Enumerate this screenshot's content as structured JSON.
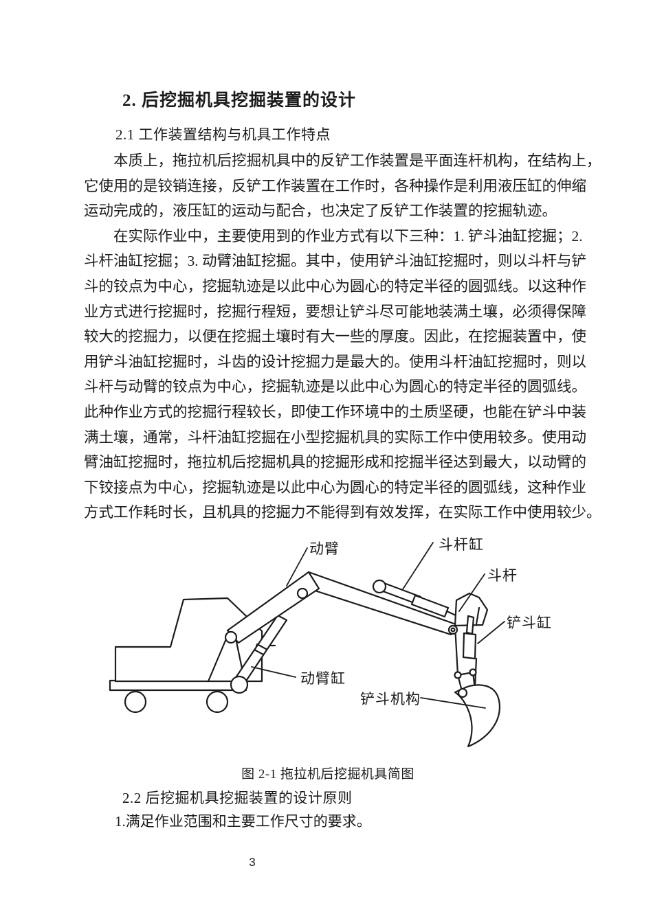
{
  "page": {
    "number": "3"
  },
  "headings": {
    "h1": "2. 后挖掘机具挖掘装置的设计",
    "h21": "2.1 工作装置结构与机具工作特点",
    "h22": "2.2 后挖掘机具挖掘装置的设计原则",
    "item1": "1.满足作业范围和主要工作尺寸的要求。"
  },
  "body": {
    "lines": [
      "　　本质上，拖拉机后挖掘机具中的反铲工作装置是平面连杆机构，在结构上，",
      "它使用的是铰销连接，反铲工作装置在工作时，各种操作是利用液压缸的伸缩",
      "运动完成的，液压缸的运动与配合，也决定了反铲工作装置的挖掘轨迹。",
      "　　在实际作业中，主要使用到的作业方式有以下三种：1. 铲斗油缸挖掘；2.",
      "斗杆油缸挖掘；3. 动臂油缸挖掘。其中，使用铲斗油缸挖掘时，则以斗杆与铲",
      "斗的铰点为中心，挖掘轨迹是以此中心为圆心的特定半径的圆弧线。以这种作",
      "业方式进行挖掘时，挖掘行程短，要想让铲斗尽可能地装满土壤，必须得保障",
      "较大的挖掘力，以便在挖掘土壤时有大一些的厚度。因此，在挖掘装置中，使",
      "用铲斗油缸挖掘时，斗齿的设计挖掘力是最大的。使用斗杆油缸挖掘时，则以",
      "斗杆与动臂的铰点为中心，挖掘轨迹是以此中心为圆心的特定半径的圆弧线。",
      "此种作业方式的挖掘行程较长，即使工作环境中的土质坚硬，也能在铲斗中装",
      "满土壤，通常，斗杆油缸挖掘在小型挖掘机具的实际工作中使用较多。使用动",
      "臂油缸挖掘时，拖拉机后挖掘机具的挖掘形成和挖掘半径达到最大，以动臂的",
      "下铰接点为中心，挖掘轨迹是以此中心为圆心的特定半径的圆弧线，这种作业",
      "方式工作耗时长，且机具的挖掘力不能得到有效发挥，在实际工作中使用较少。"
    ]
  },
  "figure": {
    "caption": "图 2-1 拖拉机后挖掘机具简图",
    "labels": [
      {
        "id": "boom",
        "text": "动臂"
      },
      {
        "id": "arm-cylinder",
        "text": "斗杆缸"
      },
      {
        "id": "arm",
        "text": "斗杆"
      },
      {
        "id": "bucket-cylinder",
        "text": "铲斗缸"
      },
      {
        "id": "boom-cylinder",
        "text": "动臂缸"
      },
      {
        "id": "bucket-mechanism",
        "text": "铲斗机构"
      }
    ]
  }
}
